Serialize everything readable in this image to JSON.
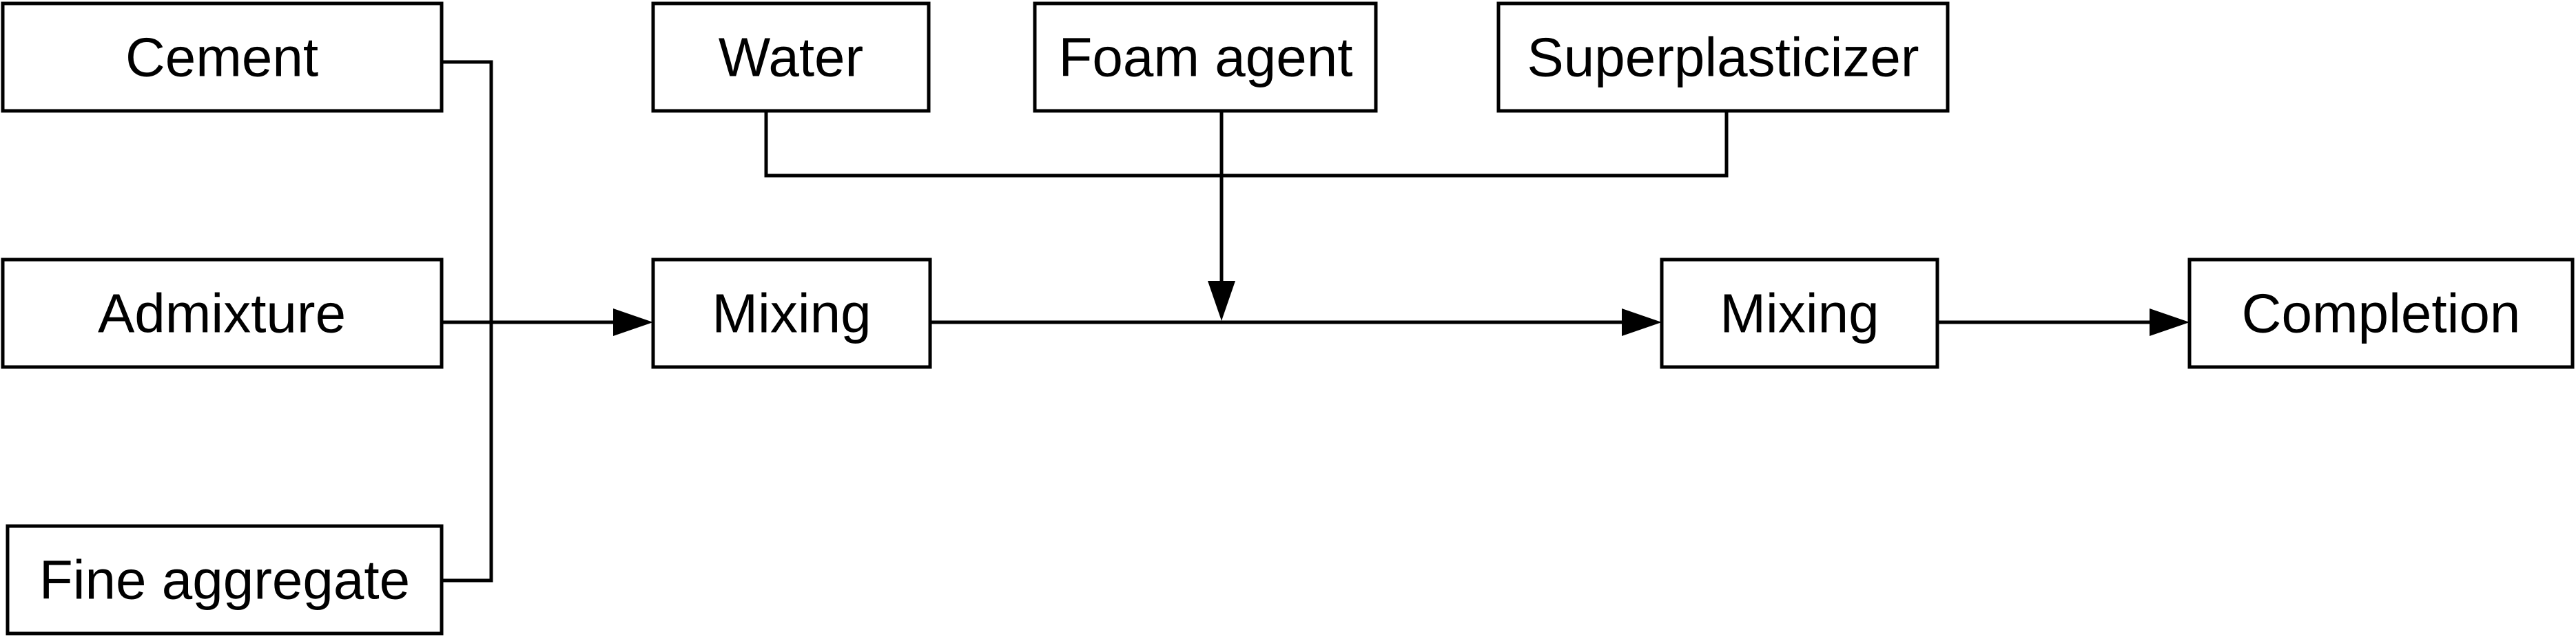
{
  "nodes": {
    "cement": "Cement",
    "admixture": "Admixture",
    "fine_aggregate": "Fine aggregate",
    "water": "Water",
    "foam_agent": "Foam agent",
    "superplasticizer": "Superplasticizer",
    "mixing_1": "Mixing",
    "mixing_2": "Mixing",
    "completion": "Completion"
  }
}
